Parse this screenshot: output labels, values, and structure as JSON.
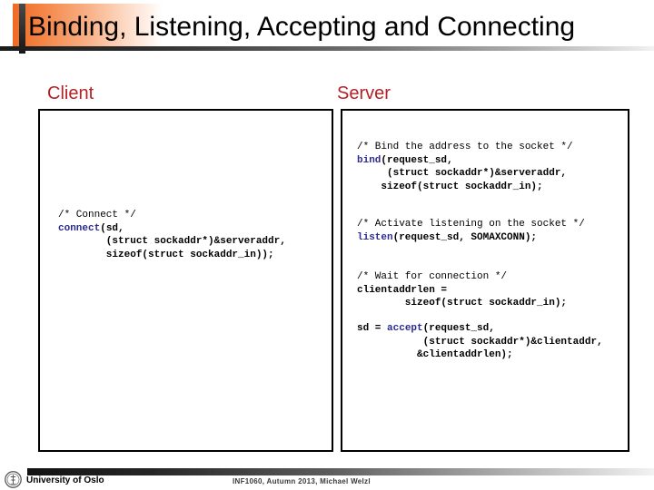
{
  "slide": {
    "title": "Binding, Listening, Accepting and Connecting",
    "accent_color": "#f06a23",
    "heading_color": "#b52127",
    "keyword_color": "#2b2b8f"
  },
  "columns": {
    "client_label": "Client",
    "server_label": "Server"
  },
  "client_code": {
    "connect": {
      "comment": "/* Connect */",
      "fn": "connect",
      "line1_rest": "(sd,",
      "line2": "        (struct sockaddr*)&serveraddr,",
      "line3": "        sizeof(struct sockaddr_in));"
    }
  },
  "server_code": {
    "bind": {
      "comment": "/* Bind the address to the socket */",
      "fn": "bind",
      "line1_rest": "(request_sd,",
      "line2": "     (struct sockaddr*)&serveraddr,",
      "line3": "    sizeof(struct sockaddr_in);"
    },
    "listen": {
      "comment": "/* Activate listening on the socket */",
      "fn": "listen",
      "line1_rest": "(request_sd, SOMAXCONN);"
    },
    "wait": {
      "comment": "/* Wait for connection */",
      "line1": "clientaddrlen =",
      "line2": "        sizeof(struct sockaddr_in);"
    },
    "accept": {
      "prefix": "sd = ",
      "fn": "accept",
      "line1_rest": "(request_sd,",
      "line2": "           (struct sockaddr*)&clientaddr,",
      "line3": "          &clientaddrlen);"
    }
  },
  "footer": {
    "logo_name": "university-seal-icon",
    "university": "University of Oslo",
    "course": "INF1060,  Autumn 2013,  Michael Welzl"
  }
}
